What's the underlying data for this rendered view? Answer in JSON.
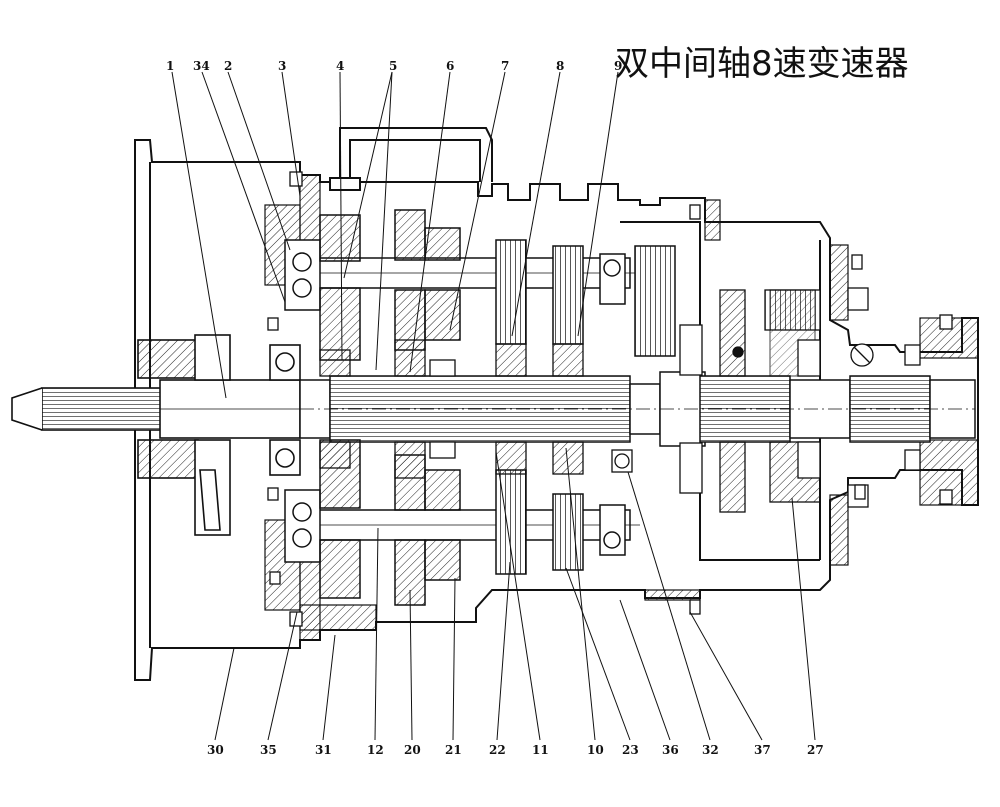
{
  "title": "双中间轴8速变速器",
  "callouts_top": [
    "1",
    "34",
    "2",
    "3",
    "4",
    "5",
    "6",
    "7",
    "8",
    "9"
  ],
  "callouts_bottom": [
    "30",
    "35",
    "31",
    "12",
    "20",
    "21",
    "22",
    "11",
    "10",
    "23",
    "36",
    "32",
    "37",
    "27"
  ]
}
